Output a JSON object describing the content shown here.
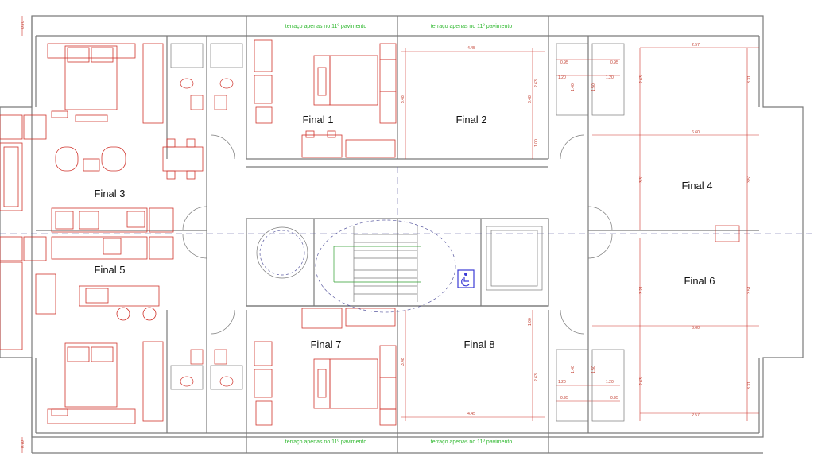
{
  "colors": {
    "wall": "#7a7a7a",
    "furniture": "#d0342c",
    "dimension": "#c0392b",
    "axis": "#5a5aa0",
    "annotation": "#2fb82f",
    "accessibility": "#3b3bd6",
    "stair": "#2e9e2e"
  },
  "units": [
    {
      "id": "final-1",
      "label": "Final 1"
    },
    {
      "id": "final-2",
      "label": "Final 2"
    },
    {
      "id": "final-3",
      "label": "Final 3"
    },
    {
      "id": "final-4",
      "label": "Final 4"
    },
    {
      "id": "final-5",
      "label": "Final 5"
    },
    {
      "id": "final-6",
      "label": "Final 6"
    },
    {
      "id": "final-7",
      "label": "Final 7"
    },
    {
      "id": "final-8",
      "label": "Final 8"
    }
  ],
  "terrace_notes": [
    "terraço apenas no 11º pavimento",
    "terraço apenas no 11º pavimento",
    "terraço apenas no 11º pavimento",
    "terraço apenas no 11º pavimento"
  ],
  "dimensions": {
    "top_offset": "0.70",
    "bottom_offset": "0.70",
    "final2_width": "4.45",
    "final2_height": "3.48",
    "final2_side": "3.48",
    "final2_small": "1.00",
    "final2_small2": "2.63",
    "final8_width": "4.45",
    "final8_height": "3.48",
    "final8_small": "1.00",
    "final8_small2": "2.63",
    "bath_a": "0.95",
    "bath_b": "1.20",
    "bath_c": "1.40",
    "bath_d": "1.50",
    "final4_width": "2.57",
    "final4_height": "2.63",
    "final4_side": "3.31",
    "final4_span": "6.60",
    "final4_left": "3.31",
    "final4_right": "3.51",
    "final6_span": "6.60",
    "final6_left": "3.21",
    "final6_right": "3.51",
    "final6_width": "2.57",
    "final6_height": "2.63",
    "final6_side": "3.31"
  },
  "icons": [
    "accessibility-icon"
  ]
}
